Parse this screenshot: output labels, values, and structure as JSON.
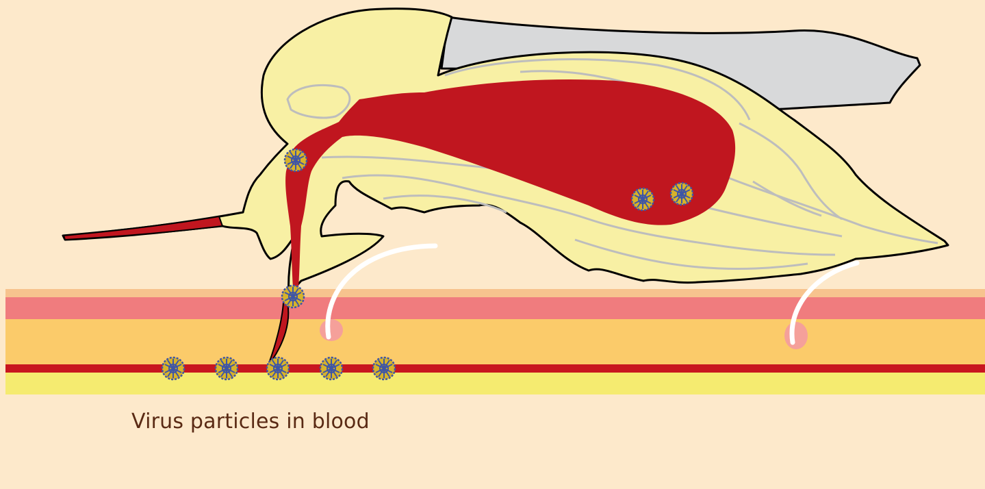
{
  "caption": "Virus particles in blood",
  "colors": {
    "background": "#FDE9CB",
    "skin_top": "#F7C38E",
    "skin_pink": "#F07C7E",
    "skin_orange": "#FBCB6A",
    "blood_vessel": "#C8161F",
    "skin_bottom": "#F5EB70",
    "insect_body": "#F8F0A4",
    "insect_outline": "#000000",
    "wing": "#D8D9DA",
    "gut": "#C0161F",
    "inner_lines": "#BDBDBD",
    "hair": "#FFFFFF",
    "hair_follicle": "#F5A09A",
    "virus_yellow": "#D7B32A",
    "virus_blue": "#3E55A6"
  },
  "icons": {
    "insect": "mosquito-cross-section",
    "virus": "virus-particle-icon",
    "hair": "skin-hair"
  }
}
